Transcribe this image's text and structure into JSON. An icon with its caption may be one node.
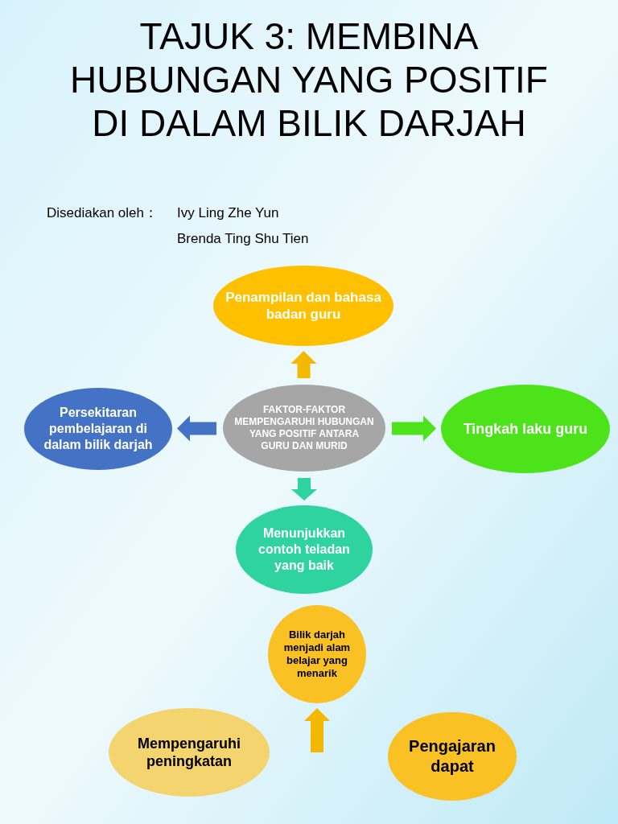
{
  "diagram": {
    "title": "TAJUK 3: MEMBINA HUBUNGAN YANG POSITIF DI DALAM BILIK DARJAH",
    "nodes": [
      {
        "text": [
          "Penampilan dan bahasa badan guru"
        ]
      },
      {
        "text": [
          "Persekitaran pembelajaran di dalam bilik darjah"
        ]
      },
      {
        "text": [
          "FAKTOR-FAKTOR MEMPENGARUHI HUBUNGAN YANG POSITIF ANTARA GURU DAN MURID"
        ]
      },
      {
        "text": [
          "Tingkah laku guru"
        ]
      },
      {
        "text": [
          "Menunjukkan contoh teladan yang baik"
        ]
      },
      {
        "text": [
          "Bilik darjah menjadi alam belajar yang menarik"
        ]
      },
      {
        "text": [
          "Mempengaruhi peningkatan"
        ]
      },
      {
        "text": [
          "Pengajaran dapat"
        ]
      }
    ],
    "edges": [
      {
        "from": 2,
        "to": 0,
        "arrow": "to",
        "style": "thick",
        "color": "#f5b800"
      },
      {
        "from": 2,
        "to": 1,
        "arrow": "to",
        "style": "thick",
        "color": "#4472c4"
      },
      {
        "from": 2,
        "to": 3,
        "arrow": "to",
        "style": "thick",
        "color": "#4de31a"
      },
      {
        "from": 2,
        "to": 4,
        "arrow": "to",
        "style": "thick",
        "color": "#2ed3a0"
      },
      {
        "from": null,
        "to": 5,
        "arrow": "to",
        "style": "thick",
        "color": "#f5b800"
      }
    ],
    "labels": [
      "Disediakan oleh：",
      "Ivy Ling Zhe Yun",
      "Brenda Ting Shu Tien"
    ]
  }
}
